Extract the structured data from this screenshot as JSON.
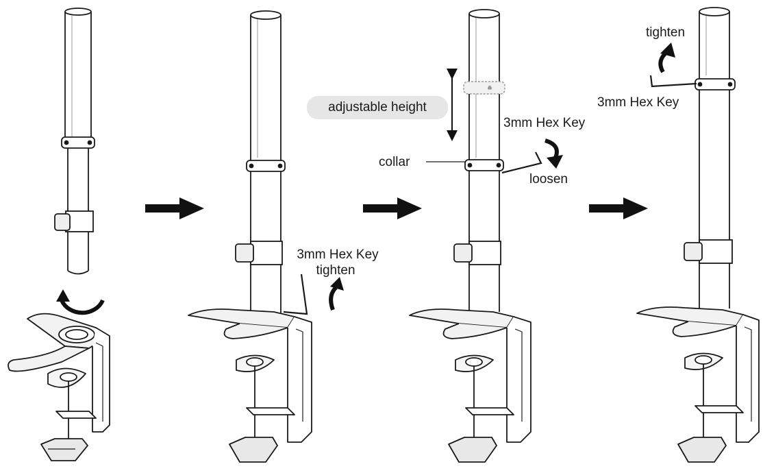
{
  "steps": [
    {
      "id": 1
    },
    {
      "id": 2,
      "labels": {
        "hex_key": "3mm Hex Key",
        "action": "tighten"
      }
    },
    {
      "id": 3,
      "labels": {
        "adjust": "adjustable height",
        "collar": "collar",
        "hex_key": "3mm Hex Key",
        "action": "loosen"
      }
    },
    {
      "id": 4,
      "labels": {
        "action": "tighten",
        "hex_key": "3mm Hex Key"
      }
    }
  ],
  "colors": {
    "line": "#1a1a1a",
    "fill": "#ffffff",
    "shade": "#d9d9d9",
    "arrow": "#111111",
    "pill": "#e6e6e6"
  }
}
